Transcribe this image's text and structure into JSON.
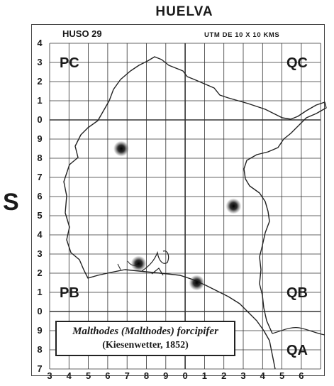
{
  "map": {
    "title": "HUELVA",
    "side_letter": "S",
    "zone": "HUSO 29",
    "grid_label": "UTM  DE  10 X 10  KMS",
    "squares": [
      "PC",
      "QC",
      "PB",
      "QB",
      "QA"
    ],
    "y_labels": [
      "4",
      "3",
      "2",
      "1",
      "0",
      "9",
      "8",
      "7",
      "6",
      "5",
      "4",
      "3",
      "2",
      "1",
      "0",
      "9",
      "8",
      "7"
    ],
    "x_labels": [
      "3",
      "4",
      "5",
      "6",
      "7",
      "8",
      "9",
      "0",
      "1",
      "2",
      "3",
      "4",
      "5",
      "6"
    ],
    "species": "Malthodes (Malthodes) forcipifer",
    "author": "(Kiesenwetter, 1852)",
    "records": [
      {
        "square": "PC",
        "x": 6.7,
        "y": 8.5
      },
      {
        "square": "PB",
        "x": 7.6,
        "y": 2.5
      },
      {
        "square": "QB",
        "x": 0.6,
        "y": 1.5
      },
      {
        "square": "QB",
        "x": 2.5,
        "y": 5.5
      }
    ]
  }
}
